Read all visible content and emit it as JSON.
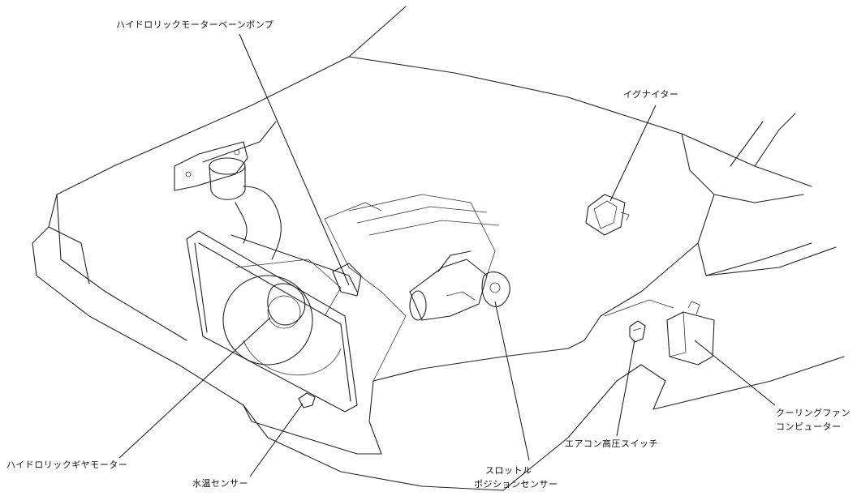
{
  "labels": {
    "hydraulic_motor_vane_pump": "ハイドロリックモーターベーンポンプ",
    "igniter": "イグナイター",
    "cooling_fan_computer_line1": "クーリングファン",
    "cooling_fan_computer_line2": "コンピューター",
    "ac_high_pressure_switch": "エアコン高圧スイッチ",
    "throttle_position_sensor_line1": "スロットル",
    "throttle_position_sensor_line2": "ポジションセンサー",
    "water_temp_sensor": "水温センサー",
    "hydraulic_gear_motor": "ハイドロリックギヤモーター"
  }
}
